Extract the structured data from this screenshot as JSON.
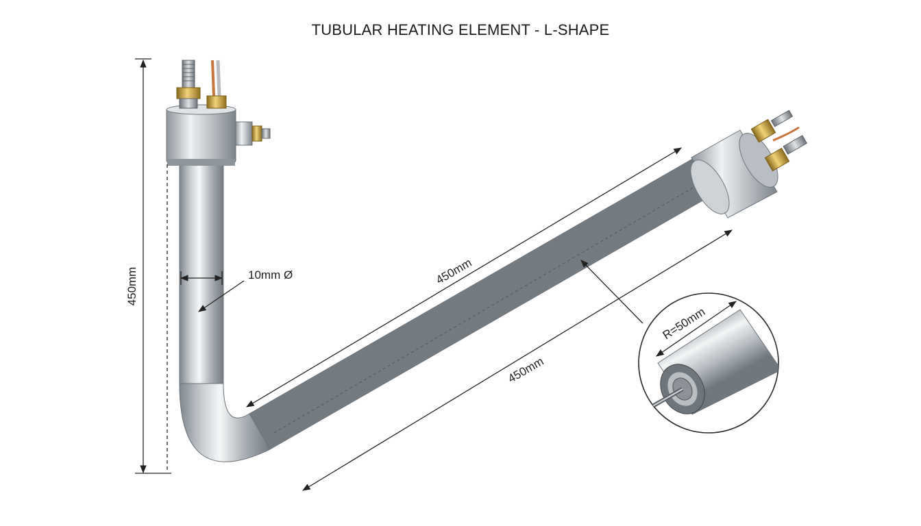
{
  "title": "TUBULAR HEATING ELEMENT - L-SHAPE",
  "dimensions": {
    "vertical_length": "450mm",
    "diameter": "10mm Ø",
    "diagonal_top": "450mm",
    "diagonal_bottom": "450mm",
    "bend_radius": "R=50mm"
  },
  "colors": {
    "tube_dark": "#8e9499",
    "tube_light": "#f4f6f7",
    "brass": "#c9a43f",
    "copper": "#c8743d",
    "dimension_line": "#222222"
  }
}
